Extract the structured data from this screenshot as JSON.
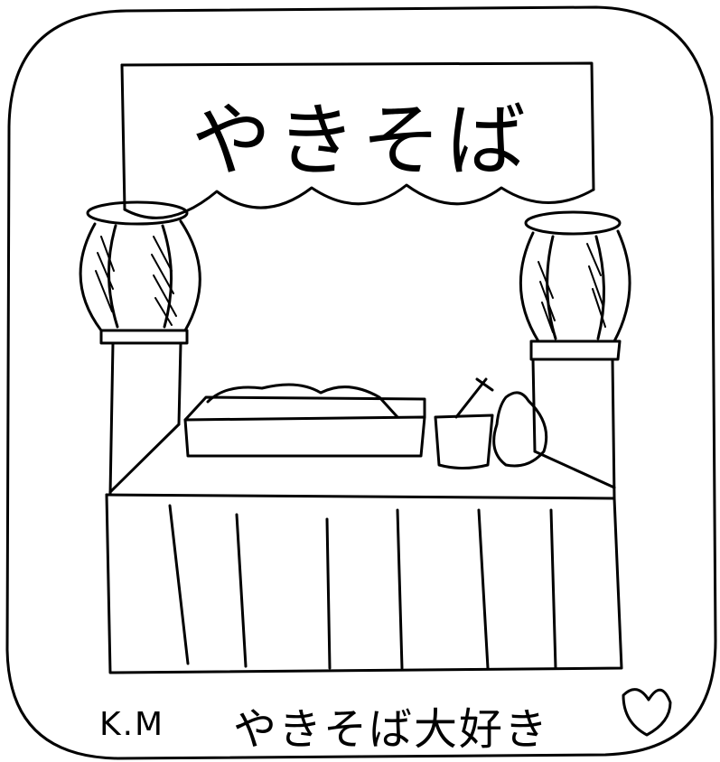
{
  "sign": {
    "text": "やきそば"
  },
  "caption": {
    "initials": "K.M",
    "message": "やきそば大好き"
  },
  "colors": {
    "ink": "#000000",
    "paper": "#ffffff"
  },
  "icons": {
    "heart": "heart-icon"
  }
}
